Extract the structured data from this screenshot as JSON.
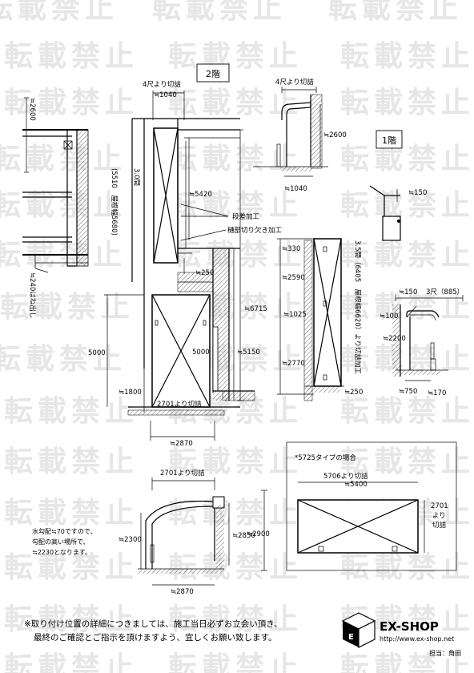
{
  "watermark": "転載禁止",
  "floor2": {
    "title": "2階"
  },
  "floor1": {
    "title": "1階"
  },
  "labels": {
    "cut_4shaku_a": "4尺より切詰",
    "cut_4shaku_b": "4尺より切詰",
    "w1040_a": "≒1040",
    "w1040_b": "≒1040",
    "h2600_left": "≒2600",
    "h2600_right": "≒2600",
    "d5420": "≒5420",
    "step": "段差加工",
    "notch": "樋部切り欠き加工",
    "d250_a": "≒250",
    "h6715": "≒6715",
    "h5000_left": "5000",
    "h5000_center": "5000",
    "h5150": "≒5150",
    "h1800": "≒1800",
    "cut2701_a": "2701より切詰",
    "w2870_a": "≒2870",
    "span_3ken": "3.0間",
    "span_5510": "(5510　屋根幅5680)",
    "protrude": "≒240はね出し",
    "h150_a": "≒150",
    "h330": "≒330",
    "h2590": "≒2590",
    "h1025": "≒1025",
    "h2770": "≒2770",
    "span_35ken": "3.5間（6405　屋根幅6620）より切詰加工",
    "d250_b": "≒250",
    "h150_b": "≒150",
    "w3shaku": "3尺（885）",
    "d100": "≒100",
    "h2200": "≒2200",
    "w750": "≒750",
    "w170": "≒170",
    "cut2701_b": "2701より切詰",
    "h2300": "≒2300",
    "h2850": "≒2850",
    "h2900": "≒2900",
    "w2870_b": "≒2870",
    "slope_note_1": "水勾配≒70ですので、",
    "slope_note_2": "勾配の高い場所で、",
    "slope_note_3": "≒2230となります。",
    "type5725": "*5725タイプの場合",
    "cut5706": "5706より切詰",
    "w5400": "≒5400",
    "cut2701_c1": "2701",
    "cut2701_c2": "より",
    "cut2701_c3": "切詰"
  },
  "footer": {
    "line1": "※取り付け位置の詳細につきましては、施工当日必ずお立会い頂き、",
    "line2": "最終のご確認とご指示を頂けますよう、宜しくお願い致します。",
    "brand": "EX-SHOP",
    "url": "http://www.ex-shop.net",
    "staff": "担当：角田"
  }
}
